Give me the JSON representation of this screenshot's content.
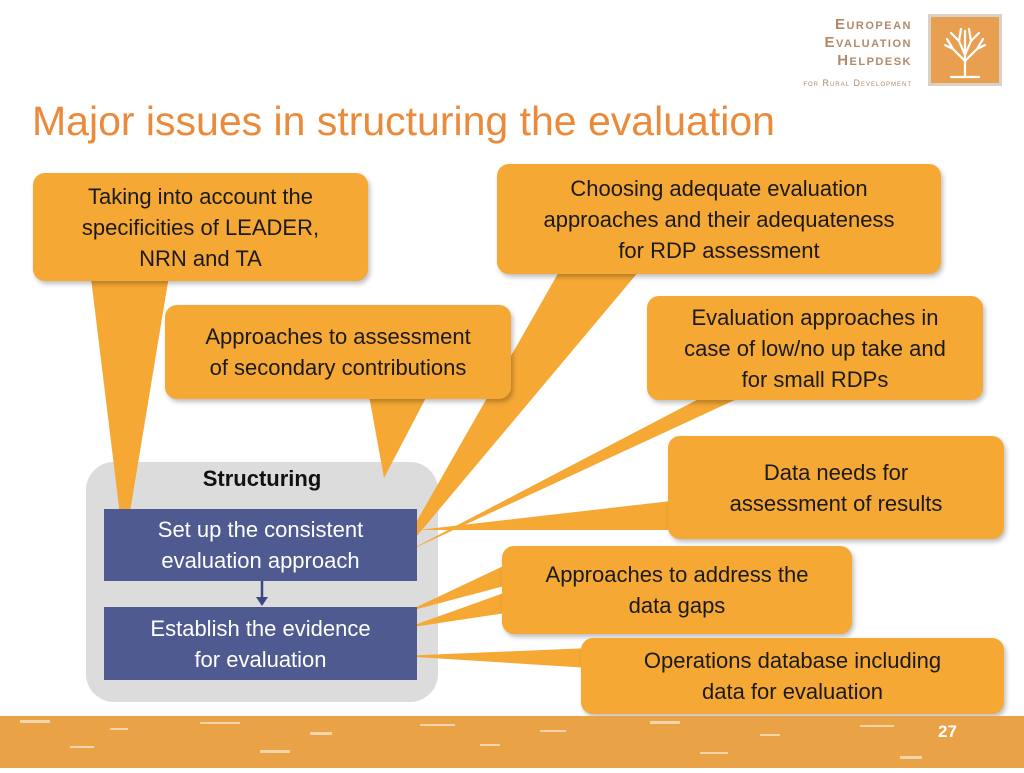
{
  "logo": {
    "line1": "European",
    "line2": "Evaluation",
    "line3": "Helpdesk",
    "line4": "for Rural Development"
  },
  "title": "Major issues in structuring the evaluation",
  "callouts": {
    "leader": "Taking into account the\nspecificities of LEADER,\nNRN and TA",
    "choosing": "Choosing adequate evaluation\napproaches and their adequateness\nfor RDP assessment",
    "secondary": "Approaches to assessment\nof  secondary contributions",
    "low_uptake": "Evaluation approaches in\ncase of low/no up take and\nfor small RDPs",
    "data_needs": "Data needs for\nassessment of results",
    "data_gaps": "Approaches to address the\ndata gaps",
    "operations_db": "Operations database including\ndata for evaluation"
  },
  "panel": {
    "title": "Structuring",
    "step1": "Set up the consistent\nevaluation approach",
    "step2": "Establish the evidence\nfor evaluation"
  },
  "page_number": "27",
  "colors": {
    "title": "#ea8a3a",
    "callout": "#f5a833",
    "step": "#4f5a91",
    "panel": "#dcdcdc",
    "footer": "#e9a246"
  }
}
